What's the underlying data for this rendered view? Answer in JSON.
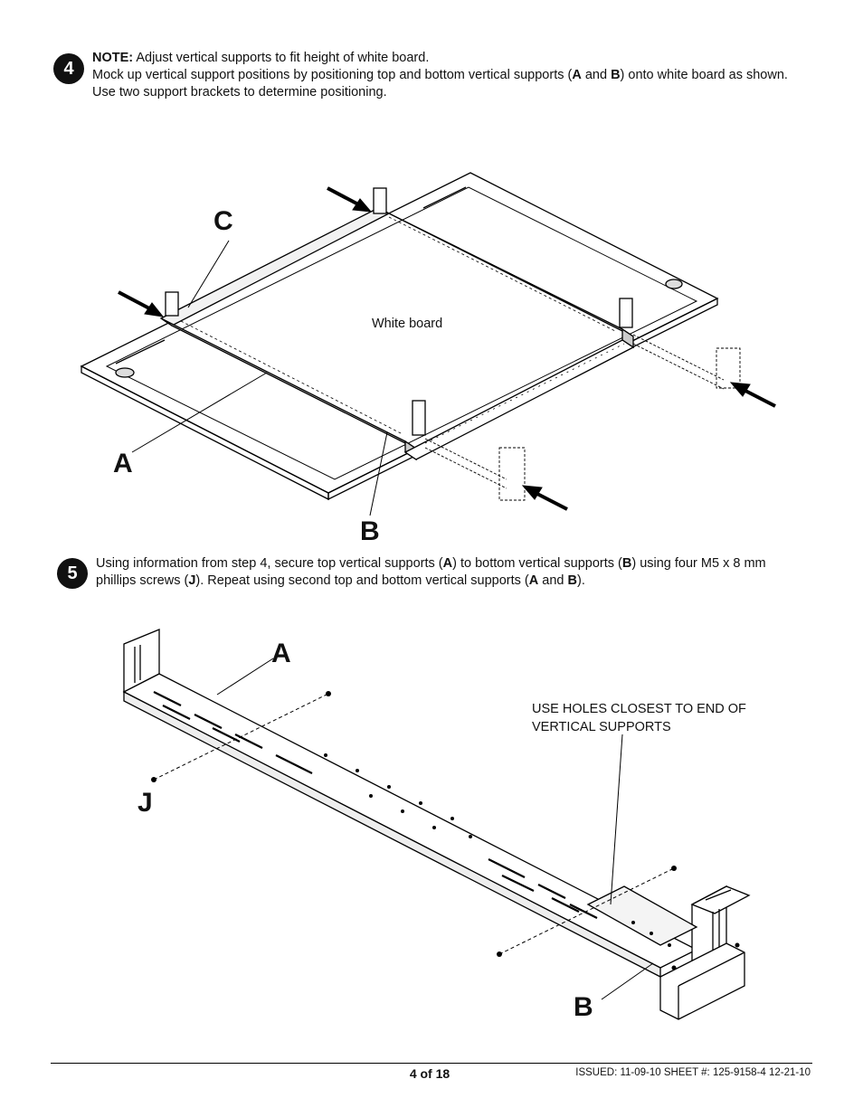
{
  "step4": {
    "number": "4",
    "note_label": "NOTE:",
    "note_text": " Adjust vertical supports to fit height of white board.",
    "line2_a": "Mock up vertical support positions by positioning top and bottom vertical supports (",
    "line2_A": "A",
    "line2_and": " and ",
    "line2_B": "B",
    "line2_b": ") onto white board as shown. Use two support brackets to determine positioning."
  },
  "diagram1": {
    "white_board_label": "White board",
    "callout_C": "C",
    "callout_A": "A",
    "callout_B": "B"
  },
  "step5": {
    "number": "5",
    "t1": "Using information from step 4, secure top vertical supports (",
    "t_A1": "A",
    "t2": ") to bottom vertical supports (",
    "t_B1": "B",
    "t3": ")  using four M5 x 8 mm phillips screws (",
    "t_J": "J",
    "t4": "). Repeat using second top and bottom vertical supports (",
    "t_A2": "A",
    "t5": " and ",
    "t_B2": "B",
    "t6": ")."
  },
  "diagram2": {
    "note_line1": "USE HOLES CLOSEST TO END OF",
    "note_line2": "VERTICAL SUPPORTS",
    "callout_A": "A",
    "callout_J": "J",
    "callout_B": "B"
  },
  "footer": {
    "page": "4 of 18",
    "issued": "ISSUED: 11-09-10   SHEET #: 125-9158-4  12-21-10"
  }
}
